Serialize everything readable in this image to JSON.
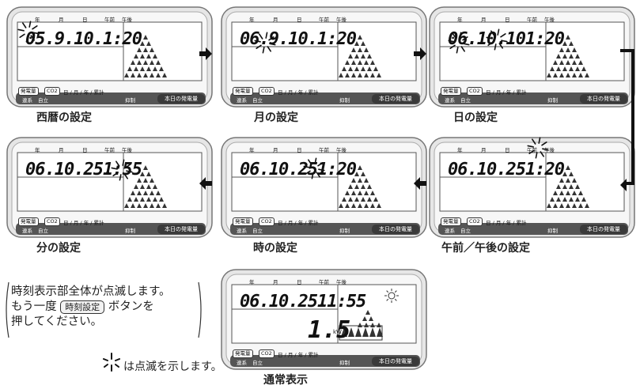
{
  "header": {
    "year": "年",
    "month": "月",
    "day": "日",
    "am": "午前",
    "pm": "午後"
  },
  "labels": {
    "gen": "発電量",
    "co2": "CO2",
    "period": "日 / 月 / 年 / 累計",
    "grid": "連系",
    "self": "自立",
    "suppress": "抑制",
    "today": "本日の発電量",
    "power_unit": "kW"
  },
  "panels": [
    {
      "date": "05.9.10.",
      "time": "1:20",
      "caption": "西暦の設定"
    },
    {
      "date": "06.9.10.",
      "time": "1:20",
      "caption": "月の設定"
    },
    {
      "date": "06.10.10.",
      "time": "1:20",
      "caption": "日の設定"
    },
    {
      "date": "06.10.25.",
      "time": "1:55",
      "caption": "分の設定"
    },
    {
      "date": "06.10.25.",
      "time": "1:20",
      "caption": "時の設定"
    },
    {
      "date": "06.10.25.",
      "time": "1:20",
      "caption": "午前／午後の設定"
    },
    {
      "date": "06.10.25.",
      "time": "11:55",
      "power": "1.5",
      "caption": "通常表示"
    }
  ],
  "note": {
    "line1": "時刻表示部全体が点滅します。",
    "line2a": "もう一度",
    "button": "時刻設定",
    "line2b": "ボタンを",
    "line3": "押してください。"
  },
  "legend": "は点滅を示します。"
}
